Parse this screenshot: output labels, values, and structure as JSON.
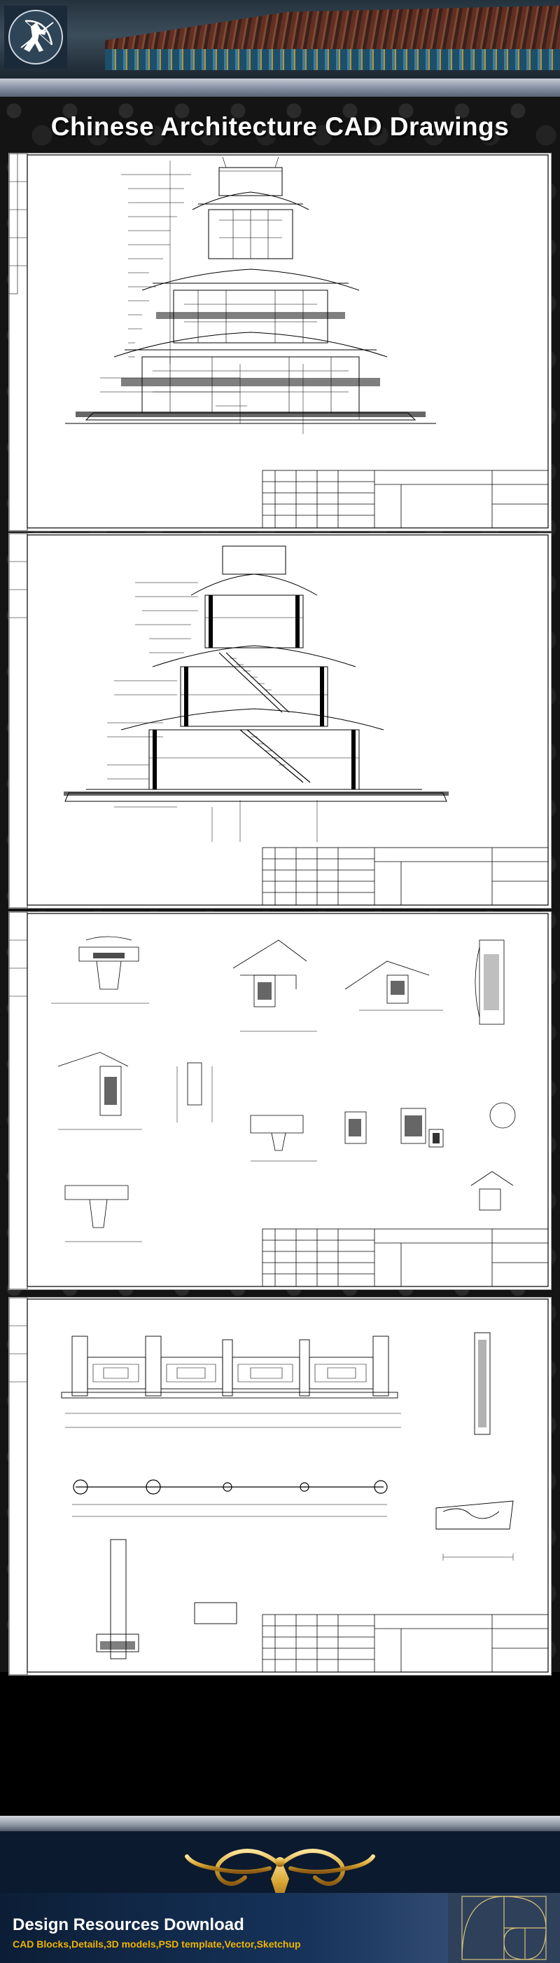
{
  "header": {
    "logo_icon": "archer-logo-icon",
    "accent": "#f0b400"
  },
  "banner": {
    "title": "Chinese Architecture CAD Drawings"
  },
  "sheets": [
    {
      "name": "pagoda-elevation"
    },
    {
      "name": "pagoda-section"
    },
    {
      "name": "construction-details"
    },
    {
      "name": "balustrade-details"
    }
  ],
  "footer": {
    "title": "Design Resources Download",
    "subtitle": "CAD Blocks,Details,3D models,PSD template,Vector,Sketchup"
  }
}
